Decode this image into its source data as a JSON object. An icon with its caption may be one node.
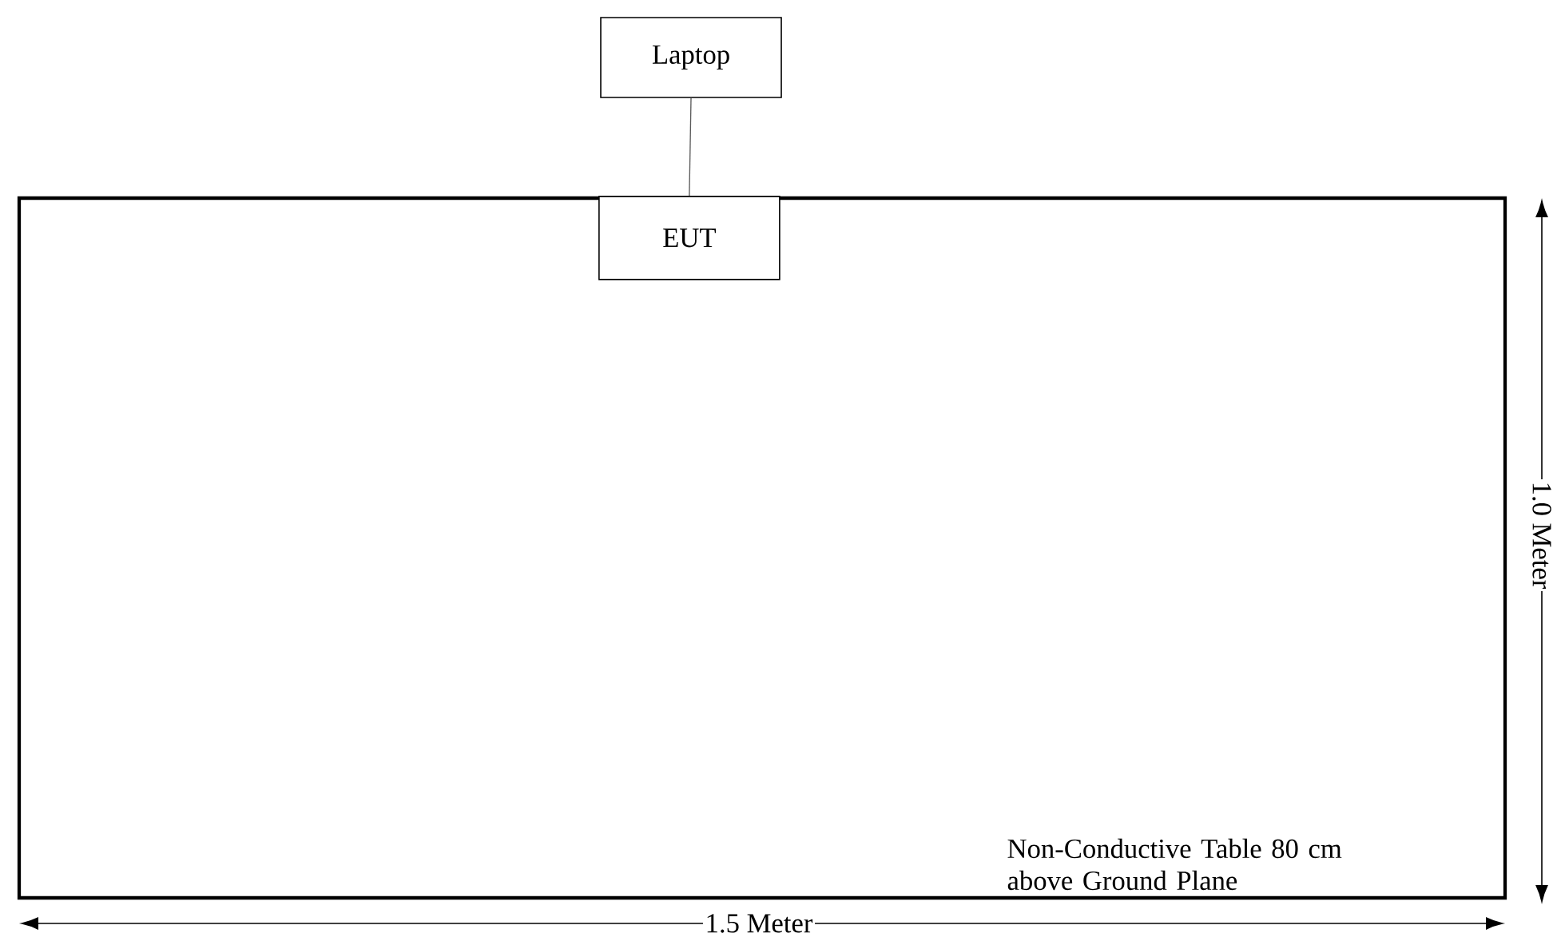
{
  "diagram": {
    "nodes": [
      {
        "text": [
          "Non-Conductive Table 80 cm above Ground Plane"
        ]
      },
      {
        "text": [
          "Laptop"
        ]
      },
      {
        "text": [
          "EUT"
        ],
        "in": 0
      }
    ],
    "edges": [
      {
        "from": 1,
        "to": 2,
        "arrow": "none"
      }
    ],
    "labels": [
      "1.5 Meter",
      "1.0 Meter"
    ]
  }
}
